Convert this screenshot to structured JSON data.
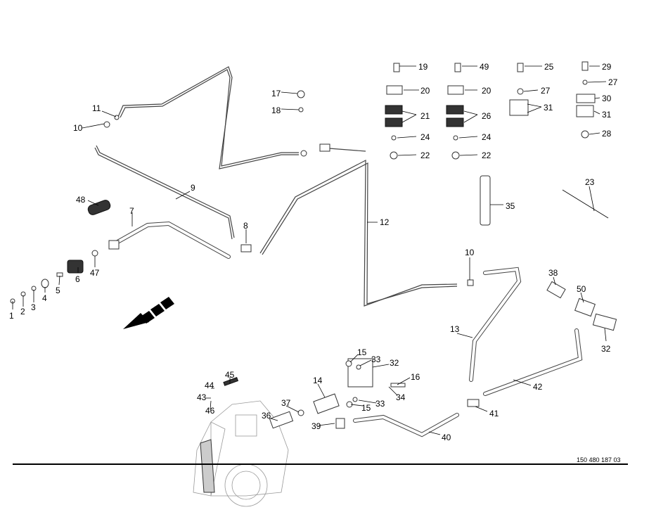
{
  "diagram": {
    "part_number": "150 480 187 03",
    "labels": [
      "1",
      "2",
      "3",
      "4",
      "5",
      "6",
      "47",
      "48",
      "7",
      "8",
      "9",
      "10",
      "11",
      "17",
      "18",
      "19",
      "20",
      "21",
      "24",
      "22",
      "49",
      "20",
      "26",
      "24",
      "22",
      "25",
      "27",
      "31",
      "29",
      "27",
      "30",
      "31",
      "28",
      "23",
      "35",
      "12",
      "10",
      "38",
      "50",
      "32",
      "13",
      "42",
      "41",
      "40",
      "15",
      "33",
      "32",
      "16",
      "34",
      "33",
      "15",
      "14",
      "37",
      "36",
      "39",
      "45",
      "44",
      "43",
      "46"
    ]
  }
}
